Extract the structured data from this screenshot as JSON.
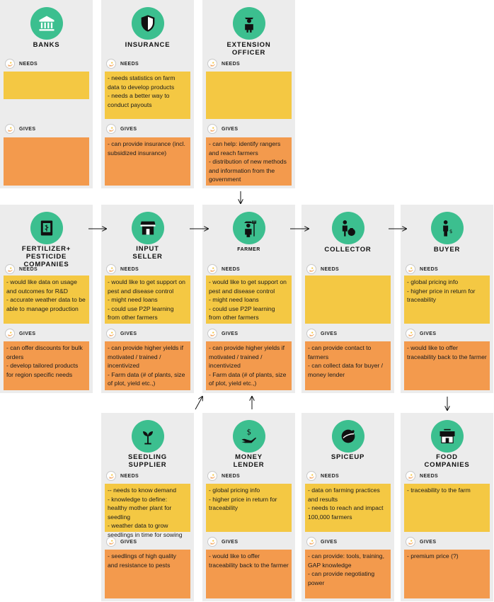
{
  "labels": {
    "needs": "NEEDS",
    "gives": "GIVES"
  },
  "colors": {
    "circle": "#3cbf8f",
    "needs_box": "#f4c843",
    "gives_box": "#f39a4d",
    "card": "#ececec"
  },
  "cards": [
    {
      "key": "banks",
      "title_lines": [
        "BANKS"
      ],
      "icon": "bank-icon",
      "needs": [],
      "gives": []
    },
    {
      "key": "insurance",
      "title_lines": [
        "INSURANCE"
      ],
      "icon": "shield-icon",
      "needs": [
        "- needs statistics on farm data to develop products",
        "- needs a better way to conduct payouts"
      ],
      "gives": [
        "- can provide insurance (incl. subsidized insurance)"
      ]
    },
    {
      "key": "extension-officer",
      "title_lines": [
        "EXTENSION",
        "OFFICER"
      ],
      "icon": "officer-icon",
      "needs": [],
      "gives": [
        "- can help: identify rangers and reach farmers",
        "- distribution of new methods and information from the government"
      ]
    },
    {
      "key": "fertilizer",
      "title_lines": [
        "FERTILIZER+",
        "PESTICIDE",
        "COMPANIES"
      ],
      "icon": "fertilizer-bag-icon",
      "needs": [
        "- would like data on usage and outcomes for R&D",
        "- accurate weather data to be able to manage production"
      ],
      "gives": [
        "- can offer discounts for bulk orders",
        "- develop tailored products for region specific needs"
      ]
    },
    {
      "key": "input-seller",
      "title_lines": [
        "INPUT",
        "SELLER"
      ],
      "icon": "shop-icon",
      "needs": [
        "- would like to get support on pest and disease control",
        "- might need loans",
        "- could use P2P learning from other farmers"
      ],
      "gives": [
        "- can provide higher yields if motivated / trained / incentivized",
        "- Farm data (# of plants, size of plot, yield etc.,)"
      ]
    },
    {
      "key": "farmer",
      "title_lines": [
        "FARMER"
      ],
      "icon": "farmer-icon",
      "needs": [
        "- would like to get support on pest and disease control",
        "- might need loans",
        "- could use P2P learning from other farmers"
      ],
      "gives": [
        "- can provide higher yields if motivated / trained / incentivized",
        "- Farm data (# of plants, size of plot, yield etc.,)"
      ]
    },
    {
      "key": "collector",
      "title_lines": [
        "COLLECTOR"
      ],
      "icon": "collector-icon",
      "needs": [],
      "gives": [
        "- can provide contact to farmers",
        "- can collect data for buyer / money lender"
      ]
    },
    {
      "key": "buyer",
      "title_lines": [
        "BUYER"
      ],
      "icon": "buyer-icon",
      "needs": [
        "- global pricing info",
        "- higher price in return for traceability"
      ],
      "gives": [
        "- would like to offer traceability back to the farmer"
      ]
    },
    {
      "key": "seedling-supplier",
      "title_lines": [
        "SEEDLING",
        "SUPPLIER"
      ],
      "icon": "seedling-icon",
      "needs": [
        "-- needs to know demand",
        "- knowledge to define: healthy mother plant for seedling",
        "- weather data to grow seedlings in time for sowing"
      ],
      "gives": [
        "- seedlings of high quality and resistance to pests"
      ]
    },
    {
      "key": "money-lender",
      "title_lines": [
        "MONEY",
        "LENDER"
      ],
      "icon": "money-hand-icon",
      "needs": [
        "- global pricing info",
        "- higher price in return for traceability"
      ],
      "gives": [
        "- would like to offer traceability back to the farmer"
      ]
    },
    {
      "key": "spiceup",
      "title_lines": [
        "SPICEUP"
      ],
      "icon": "spiceup-logo-icon",
      "needs": [
        "- data on farming practices and results",
        "- needs to reach and impact 100,000 farmers"
      ],
      "gives": [
        "- can provide: tools, training, GAP knowledge",
        "- can provide negotiating power"
      ]
    },
    {
      "key": "food-companies",
      "title_lines": [
        "FOOD",
        "COMPANIES"
      ],
      "icon": "food-store-icon",
      "needs": [
        "- traceability to the farm"
      ],
      "gives": [
        "- premium price (?)"
      ]
    }
  ]
}
